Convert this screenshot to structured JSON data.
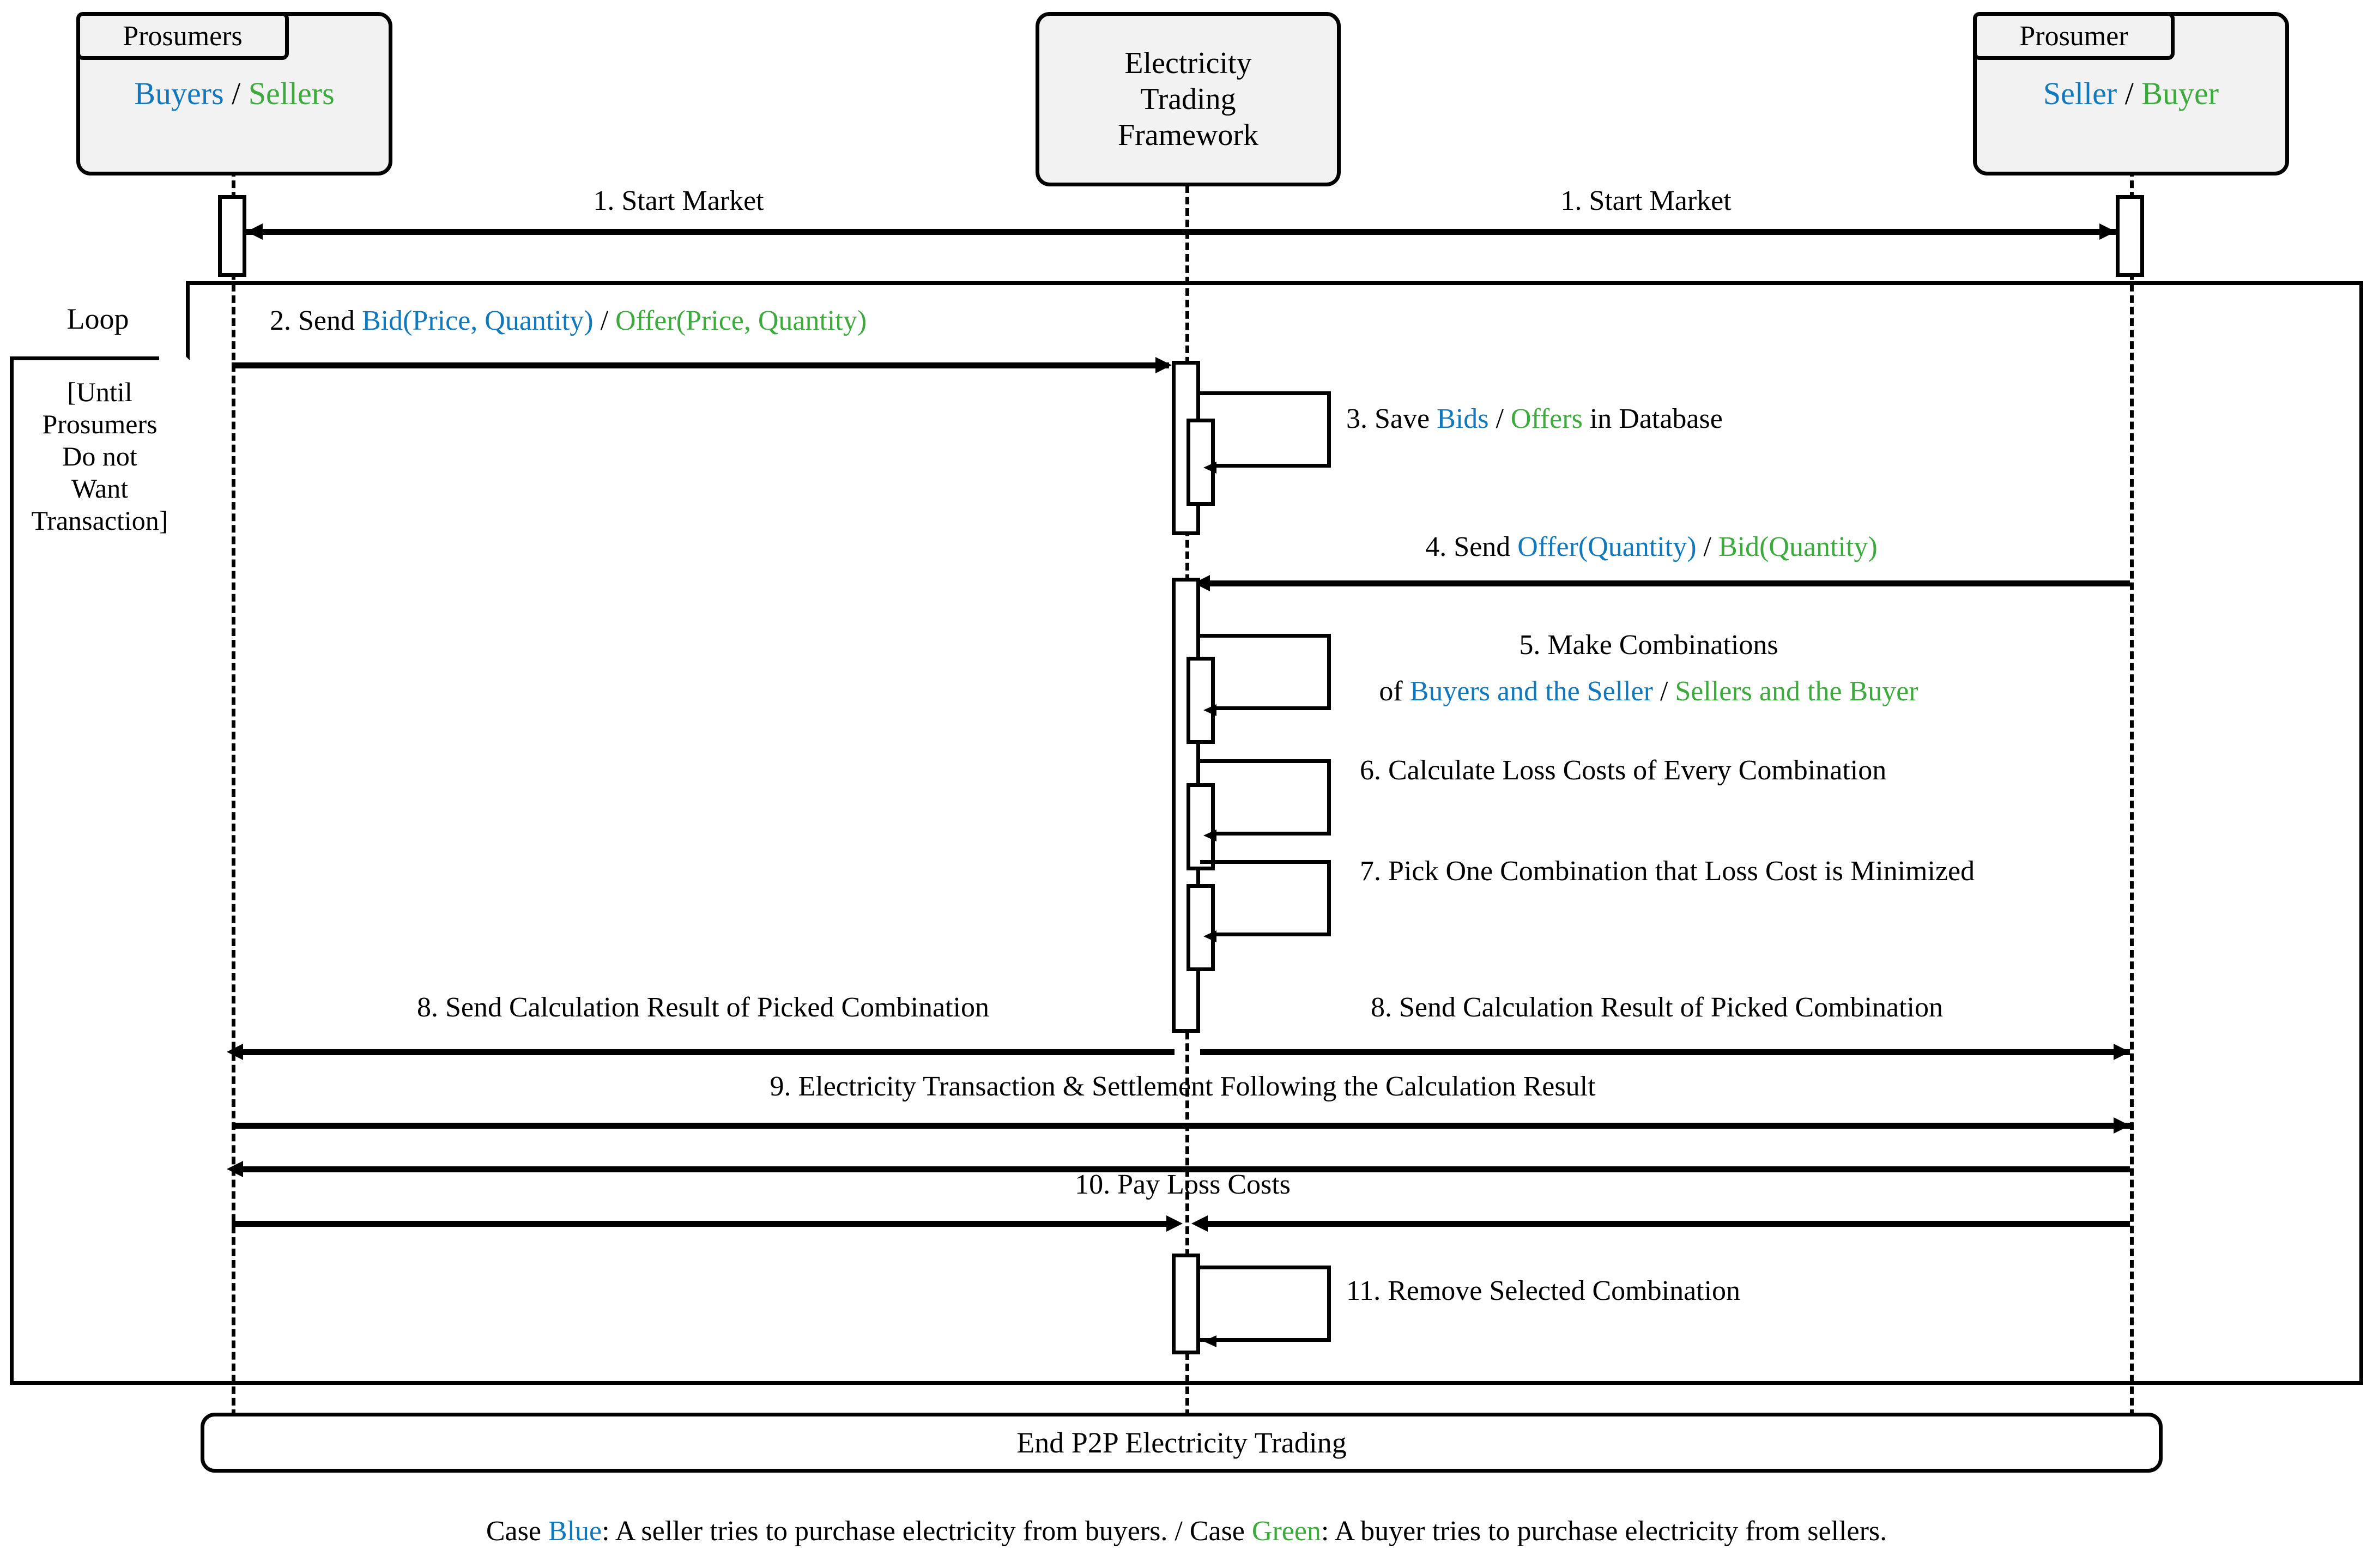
{
  "diagram": {
    "type": "uml-sequence-diagram",
    "title": "P2P Electricity Trading Sequence",
    "colors": {
      "blue": "#1278bd",
      "green": "#3caa3c",
      "line": "#000000",
      "box_fill": "#f2f2f2",
      "background": "#ffffff"
    }
  },
  "lifelines": [
    {
      "id": "prosumers_left",
      "tab_label": "Prosumers",
      "role_blue": "Buyers",
      "role_sep": "/",
      "role_green": "Sellers"
    },
    {
      "id": "framework",
      "title_lines": [
        "Electricity",
        "Trading",
        "Framework"
      ]
    },
    {
      "id": "prosumer_right",
      "tab_label": "Prosumer",
      "role_blue": "Seller",
      "role_sep": "/",
      "role_green": "Buyer"
    }
  ],
  "loop": {
    "label": "Loop",
    "condition_lines": [
      "[Until",
      "Prosumers",
      "Do not",
      "Want",
      "Transaction]"
    ]
  },
  "messages": [
    {
      "n": "1",
      "id": "start-market-left",
      "text": "1. Start Market"
    },
    {
      "n": "1",
      "id": "start-market-right",
      "text": "1. Start Market"
    },
    {
      "n": "2",
      "id": "send-bid-offer",
      "parts": [
        {
          "t": "2. Send ",
          "c": "black"
        },
        {
          "t": "Bid(Price, Quantity)",
          "c": "blue"
        },
        {
          "t": " / ",
          "c": "black"
        },
        {
          "t": "Offer(Price, Quantity)",
          "c": "green"
        }
      ]
    },
    {
      "n": "3",
      "id": "save-bids-offers",
      "parts": [
        {
          "t": "3. Save ",
          "c": "black"
        },
        {
          "t": "Bids",
          "c": "blue"
        },
        {
          "t": " / ",
          "c": "black"
        },
        {
          "t": "Offers",
          "c": "green"
        },
        {
          "t": " in Database",
          "c": "black"
        }
      ]
    },
    {
      "n": "4",
      "id": "send-offer-bid-quantity",
      "parts": [
        {
          "t": "4. Send ",
          "c": "black"
        },
        {
          "t": "Offer(Quantity)",
          "c": "blue"
        },
        {
          "t": " / ",
          "c": "black"
        },
        {
          "t": "Bid(Quantity)",
          "c": "green"
        }
      ]
    },
    {
      "n": "5",
      "id": "make-combinations",
      "line1": "5. Make Combinations",
      "parts": [
        {
          "t": "of ",
          "c": "black"
        },
        {
          "t": "Buyers and the Seller",
          "c": "blue"
        },
        {
          "t": " / ",
          "c": "black"
        },
        {
          "t": "Sellers and the Buyer",
          "c": "green"
        }
      ]
    },
    {
      "n": "6",
      "id": "calculate-loss-costs",
      "text": "6. Calculate Loss Costs of Every Combination"
    },
    {
      "n": "7",
      "id": "pick-combination",
      "text": "7. Pick One Combination that Loss Cost is Minimized"
    },
    {
      "n": "8",
      "id": "send-result-left",
      "text": "8. Send Calculation Result of Picked Combination"
    },
    {
      "n": "8",
      "id": "send-result-right",
      "text": "8. Send Calculation Result of Picked Combination"
    },
    {
      "n": "9",
      "id": "transaction-settlement",
      "text": "9. Electricity Transaction & Settlement Following the Calculation Result"
    },
    {
      "n": "10",
      "id": "pay-loss-costs",
      "text": "10. Pay Loss Costs"
    },
    {
      "n": "11",
      "id": "remove-combination",
      "text": "11. Remove Selected Combination"
    }
  ],
  "end_bar": {
    "label": "End P2P Electricity Trading"
  },
  "caption": {
    "parts": [
      {
        "t": "Case ",
        "c": "black"
      },
      {
        "t": "Blue",
        "c": "blue"
      },
      {
        "t": ": A seller tries to purchase electricity from buyers. / Case ",
        "c": "black"
      },
      {
        "t": "Green",
        "c": "green"
      },
      {
        "t": ": A buyer tries to purchase electricity from sellers.",
        "c": "black"
      }
    ]
  }
}
